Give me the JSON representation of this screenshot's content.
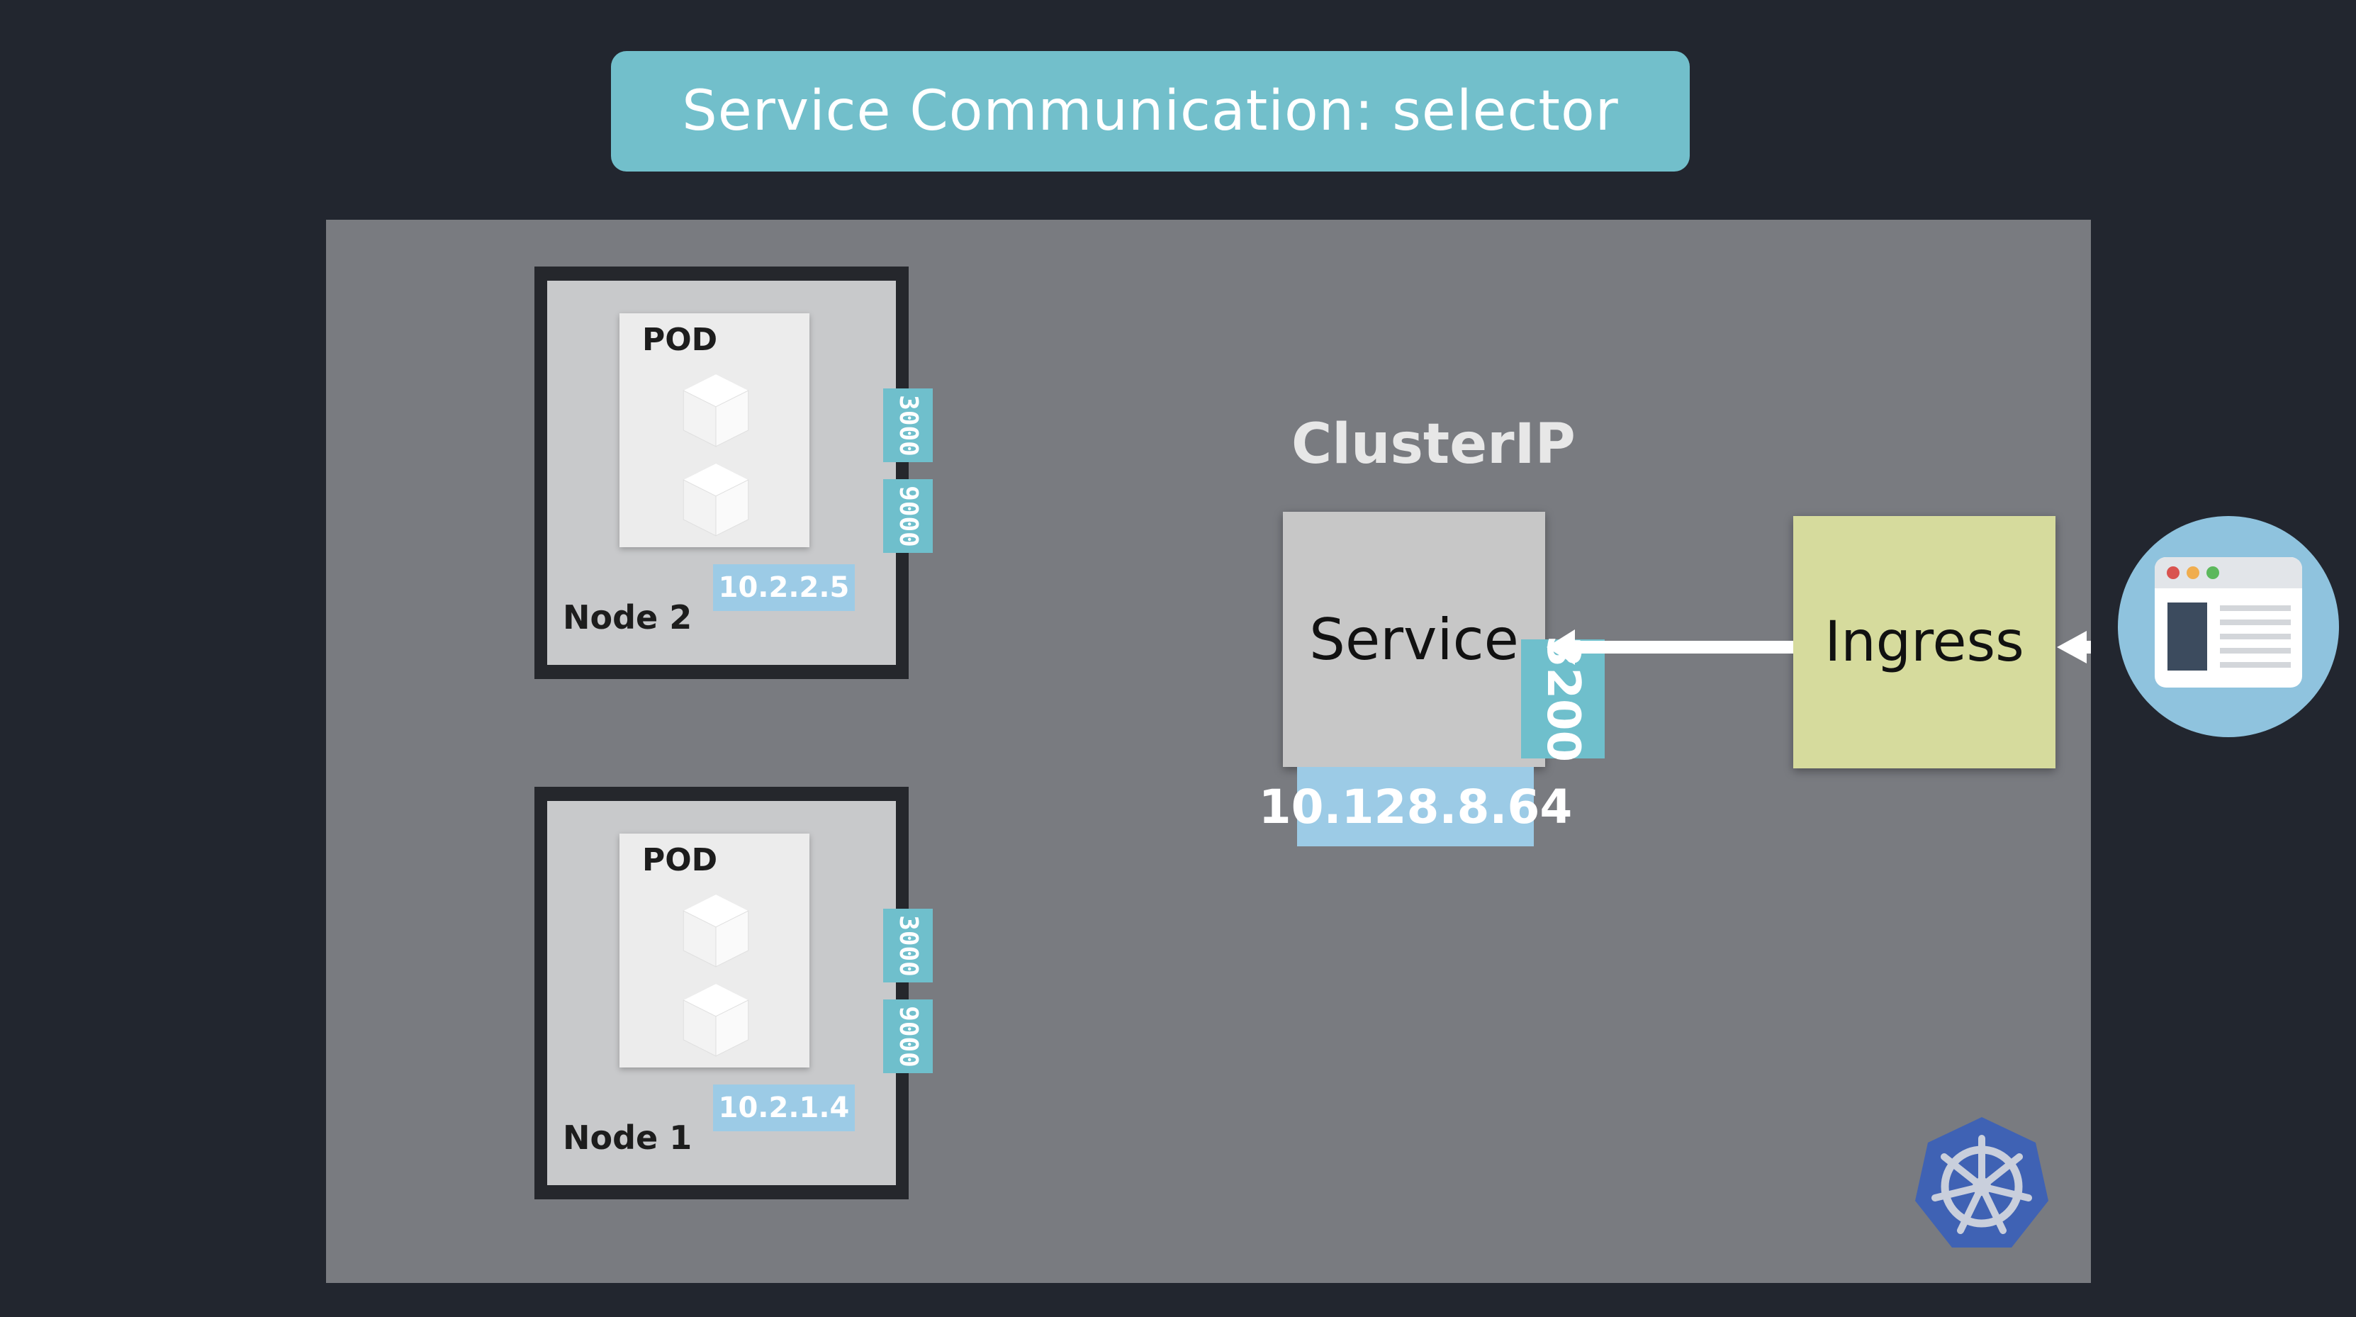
{
  "title": "Service Communication: selector",
  "colors": {
    "background": "#22262f",
    "cluster": "#797b80",
    "accent_teal": "#72bfcb",
    "ip_blue": "#9ccbe6",
    "ingress": "#d6db9d",
    "kubernetes_blue": "#3f62b4"
  },
  "nodes": [
    {
      "label": "Node 2",
      "pod": {
        "label": "POD",
        "ports": [
          "3000",
          "9000"
        ],
        "ip": "10.2.2.5"
      }
    },
    {
      "label": "Node 1",
      "pod": {
        "label": "POD",
        "ports": [
          "3000",
          "9000"
        ],
        "ip": "10.2.1.4"
      }
    }
  ],
  "service": {
    "type_label": "ClusterIP",
    "label": "Service",
    "port": "3200",
    "ip": "10.128.8.64"
  },
  "ingress": {
    "label": "Ingress"
  },
  "client": {
    "icon": "browser-window-icon"
  },
  "logo": {
    "icon": "kubernetes-helm-icon"
  }
}
